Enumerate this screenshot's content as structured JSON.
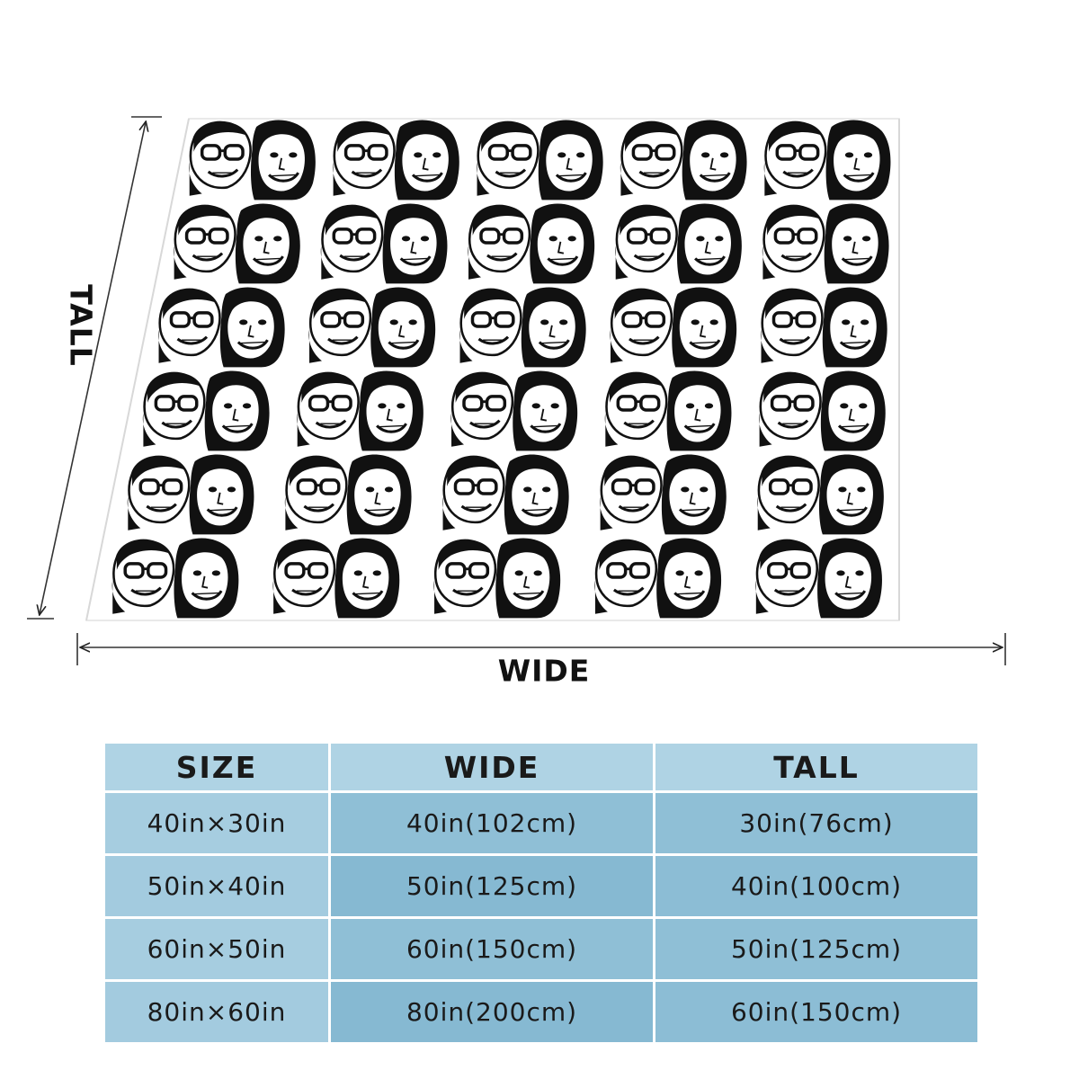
{
  "dimensions": {
    "tall_label": "TALL",
    "wide_label": "WIDE"
  },
  "blanket": {
    "print_rows": 6,
    "print_columns": 5,
    "pattern_color": "#111111",
    "background_color": "#ffffff"
  },
  "size_table": {
    "headers": [
      "SIZE",
      "WIDE",
      "TALL"
    ],
    "rows": [
      [
        "40in×30in",
        "40in(102cm)",
        "30in(76cm)"
      ],
      [
        "50in×40in",
        "50in(125cm)",
        "40in(100cm)"
      ],
      [
        "60in×50in",
        "60in(150cm)",
        "50in(125cm)"
      ],
      [
        "80in×60in",
        "80in(200cm)",
        "60in(150cm)"
      ]
    ],
    "colors": {
      "header": "#afd3e4",
      "size_cell": "#a6cde0",
      "value_cell": "#8fbfd6"
    }
  }
}
